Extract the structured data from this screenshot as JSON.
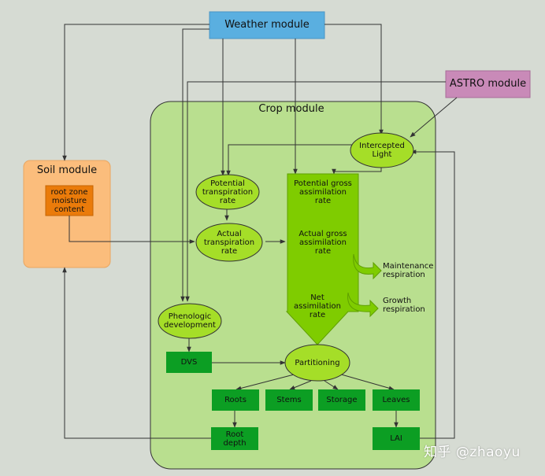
{
  "diagram": {
    "weather_module": "Weather module",
    "astro_module": "ASTRO module",
    "crop_module": "Crop module",
    "soil_module": "Soil module",
    "root_zone": "root zone\nmoisture\ncontent",
    "intercepted_light": "Intercepted\nLight",
    "potential_transpiration": "Potential\ntranspiration\nrate",
    "actual_transpiration": "Actual\ntranspiration\nrate",
    "potential_gross": "Potential gross\nassimilation\nrate",
    "actual_gross": "Actual gross\nassimilation\nrate",
    "net_assimilation": "Net\nassimilation\nrate",
    "maintenance_respiration": "Maintenance\nrespiration",
    "growth_respiration": "Growth\nrespiration",
    "phenologic_development": "Phenologic\ndevelopment",
    "dvs": "DVS",
    "partitioning": "Partitioning",
    "roots": "Roots",
    "stems": "Stems",
    "storage": "Storage",
    "leaves": "Leaves",
    "root_depth": "Root\ndepth",
    "lai": "LAI"
  },
  "watermark": "知乎 @zhaoyu",
  "colors": {
    "background": "#d6dbd3",
    "weather": "#5aafe0",
    "astro": "#c98ab8",
    "crop_module": "#b9df8f",
    "soil_module": "#fbbd7c",
    "root_zone": "#ea7b0a",
    "process_ellipse": "#a5de28",
    "assimilation_arrow": "#7fcc00",
    "green_box": "#0c9e23",
    "line": "#333333"
  }
}
